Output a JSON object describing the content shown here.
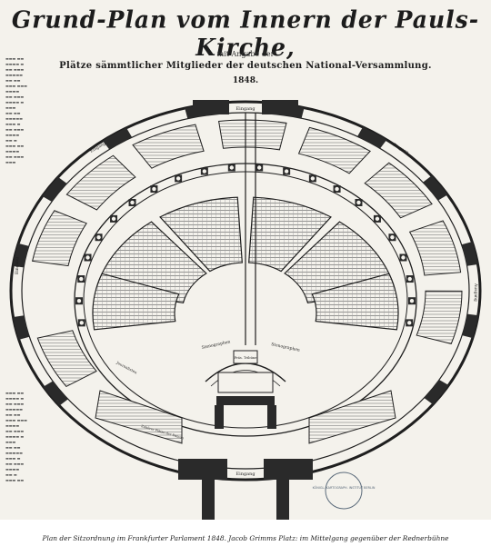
{
  "title": "Grund-Plan vom Innern der Pauls-Kirche,",
  "subtitle_small": "mit Angabe der",
  "subtitle_main": "Plätze sämmtlicher Mitglieder der deutschen National-Versammlung.",
  "year": "1848.",
  "labels": {
    "entrance_top": "Eingang",
    "entrance_bottom": "Eingang",
    "entrance_left": "Eingang",
    "entrance_right": "Ausgang",
    "entrance_upper_left": "Eingang",
    "entrance_upper_right": "Eingang",
    "stenographers_left": "Stenographen",
    "stenographers_right": "Stenographen",
    "journalists": "Journalisten",
    "president": "Präs. Tribüne",
    "gallery": "Zuhörer Plätze der Damen"
  },
  "stamp": "KÖNIGL. KARTOGRAPH. INSTITUT BERLIN",
  "caption": "Plan der Sitzordnung im Frankfurter Parlament 1848. Jacob Grimms Platz: im Mittelgang gegenüber der Rednerbühne",
  "colors": {
    "ink": "#1f1f1f",
    "paper": "#f4f2ec",
    "dark_block": "#2a2a2a"
  }
}
